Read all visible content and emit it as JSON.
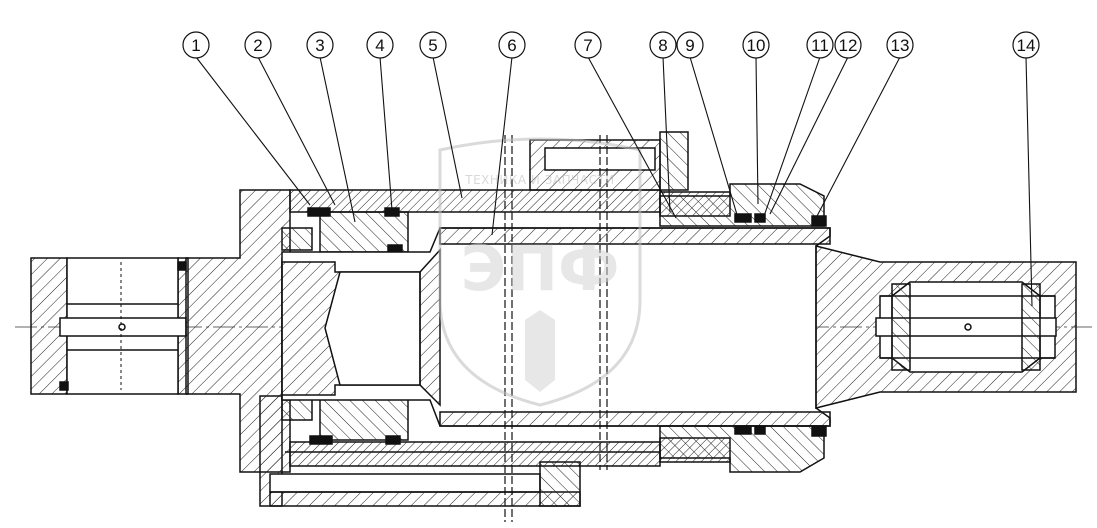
{
  "diagram": {
    "callouts": [
      {
        "id": "1",
        "label": "1"
      },
      {
        "id": "2",
        "label": "2"
      },
      {
        "id": "3",
        "label": "3"
      },
      {
        "id": "4",
        "label": "4"
      },
      {
        "id": "5",
        "label": "5"
      },
      {
        "id": "6",
        "label": "6"
      },
      {
        "id": "7",
        "label": "7"
      },
      {
        "id": "8",
        "label": "8"
      },
      {
        "id": "9",
        "label": "9"
      },
      {
        "id": "10",
        "label": "10"
      },
      {
        "id": "11",
        "label": "11"
      },
      {
        "id": "12",
        "label": "12"
      },
      {
        "id": "13",
        "label": "13"
      },
      {
        "id": "14",
        "label": "14"
      }
    ]
  },
  "watermark": {
    "top_text": "ТЕХНИКА И ЗАПЧАСТИ",
    "logo_text": "ЭПФ"
  },
  "colors": {
    "line": "#111111",
    "watermark": "#c8c8c8"
  }
}
